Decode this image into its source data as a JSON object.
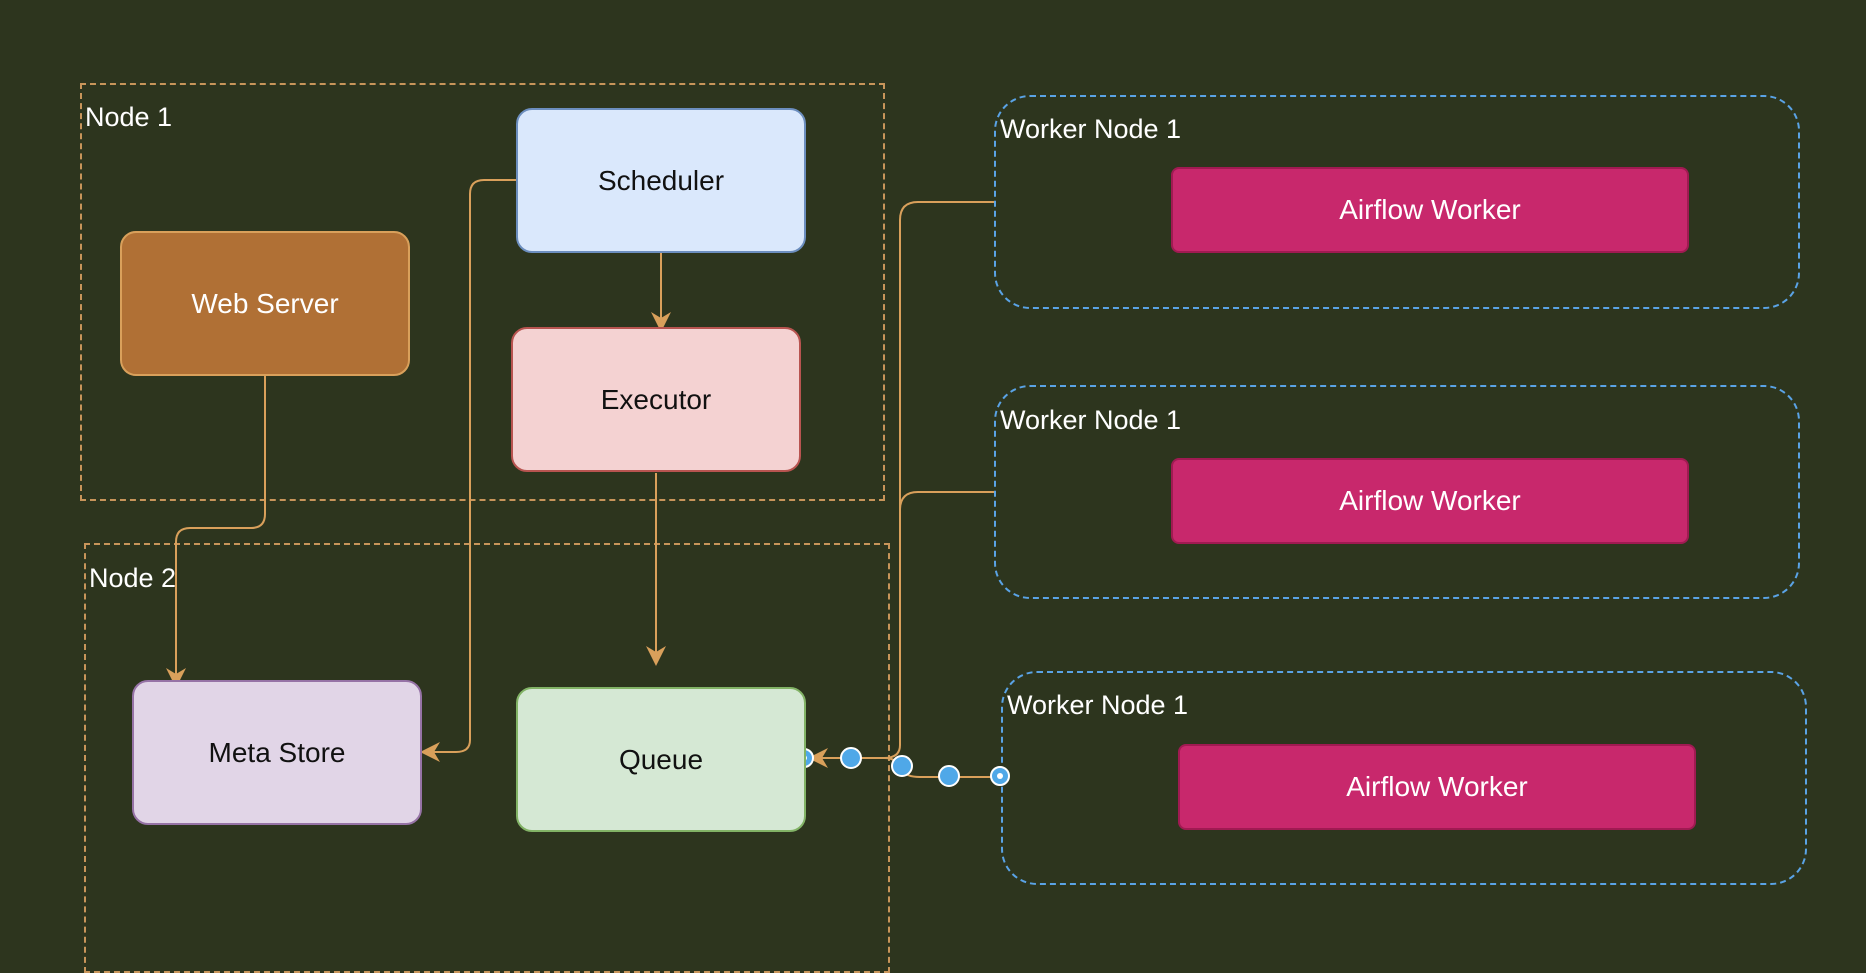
{
  "containers": {
    "node1": {
      "label": "Node 1"
    },
    "node2": {
      "label": "Node 2"
    },
    "worker_node_1": {
      "label": "Worker Node 1"
    },
    "worker_node_2": {
      "label": "Worker Node 1"
    },
    "worker_node_3": {
      "label": "Worker Node 1"
    }
  },
  "boxes": {
    "scheduler": "Scheduler",
    "web_server": "Web Server",
    "executor": "Executor",
    "meta_store": "Meta Store",
    "queue": "Queue",
    "worker_1": "Airflow Worker",
    "worker_2": "Airflow Worker",
    "worker_3": "Airflow Worker"
  },
  "colors": {
    "background": "#2d351e",
    "connector": "#d9a05b",
    "node_border": "#c8955a",
    "worker_node_border": "#5aa3e6",
    "selection_handle": "#4fa8e8"
  }
}
